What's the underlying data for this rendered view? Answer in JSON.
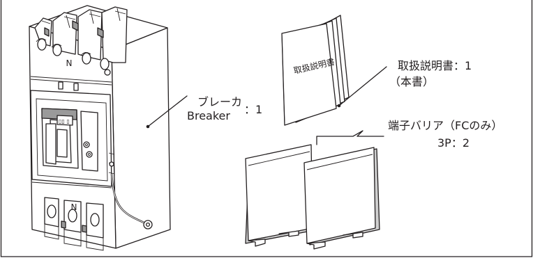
{
  "labels": {
    "breaker_jp": "ブレーカ",
    "breaker_en": "Breaker",
    "breaker_qty": "：1",
    "manual_cover": "取扱説明書",
    "manual_name": "取扱説明書：1",
    "manual_note": "（本書）",
    "barrier_name": "端子バリア（FCのみ）",
    "barrier_qty": "3P：2",
    "terminal_mark_top": "N",
    "terminal_mark_bottom": "N"
  }
}
